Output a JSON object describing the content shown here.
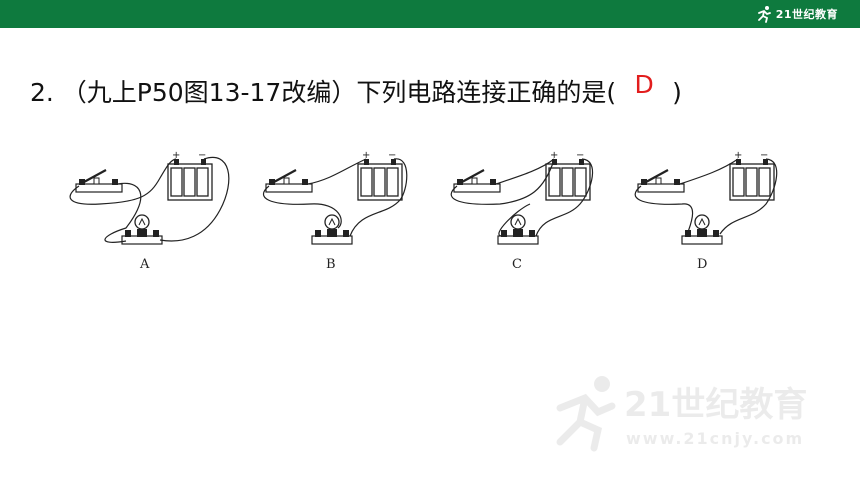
{
  "header": {
    "logo_text": "21世纪教育",
    "logo_icon": "runner-icon"
  },
  "question": {
    "prefix": "2. （九上P50图13-17改编）下列电路连接正确的是(",
    "answer": "D",
    "suffix": ")"
  },
  "figure": {
    "labels": [
      "A",
      "B",
      "C",
      "D"
    ],
    "battery_plus": "+",
    "battery_minus": "−"
  },
  "watermark": {
    "text": "21世纪教育",
    "url": "www.21cnjy.com"
  },
  "colors": {
    "header_green": "#0e7a3e",
    "answer_red": "#e21d1d"
  }
}
